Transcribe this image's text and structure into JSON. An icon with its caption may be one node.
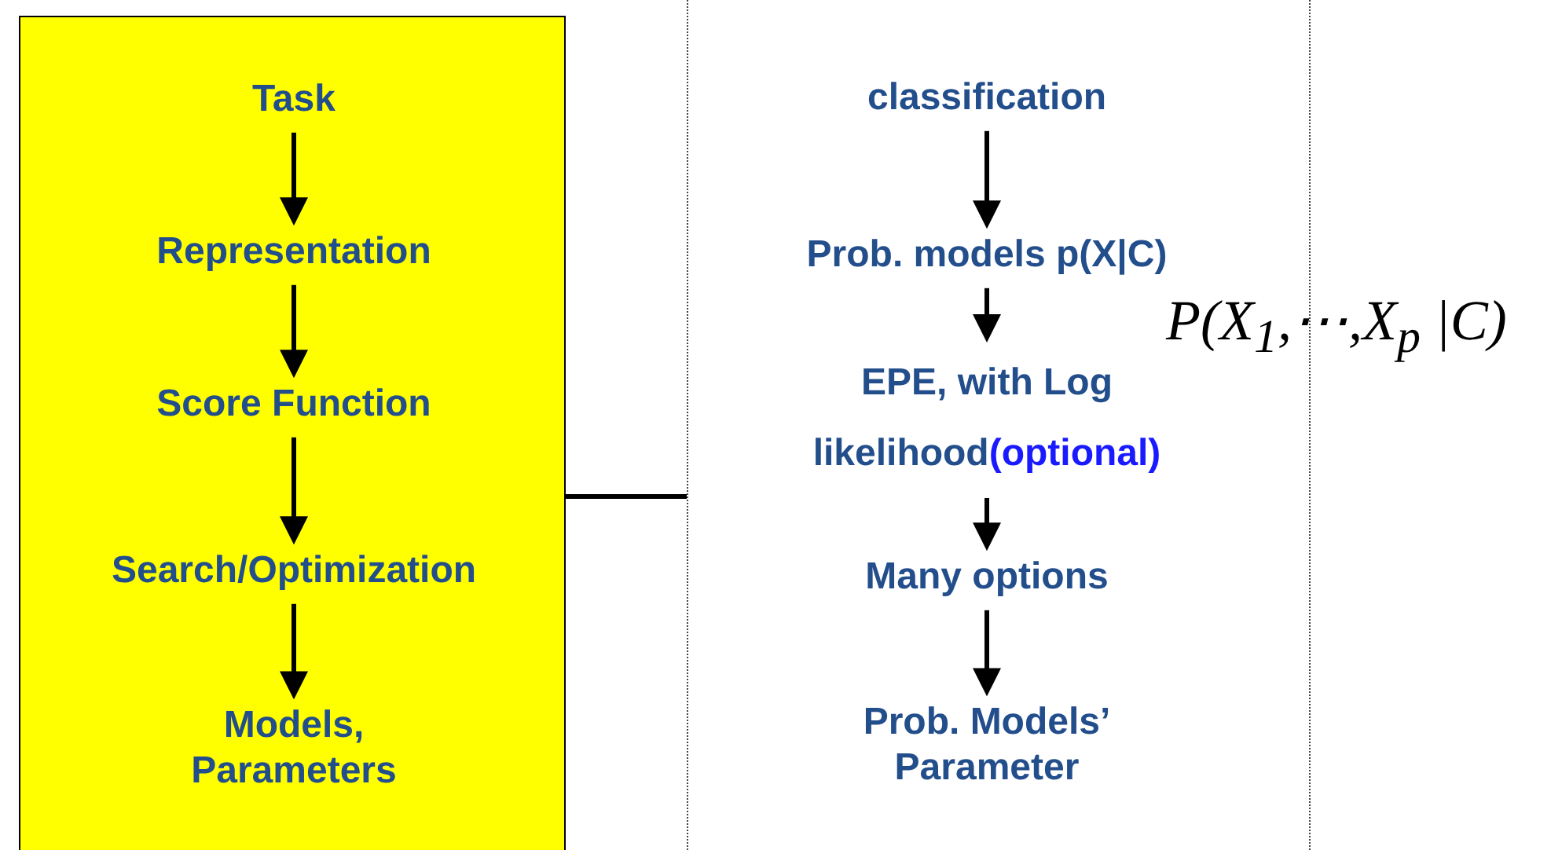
{
  "diagram": {
    "nodes": [
      {
        "text": [],
        "shape": "box"
      },
      {
        "text": [
          "Task"
        ],
        "in": 0
      },
      {
        "text": [
          "Representation"
        ],
        "in": 0
      },
      {
        "text": [
          "Score Function"
        ],
        "in": 0
      },
      {
        "text": [
          "Search/Optimization"
        ],
        "in": 0
      },
      {
        "text": [
          "Models, Parameters"
        ],
        "in": 0
      },
      {
        "text": [],
        "shape": "box"
      },
      {
        "text": [
          "classification"
        ],
        "in": 6
      },
      {
        "text": [
          "Prob. models p(X|C)"
        ],
        "in": 6
      },
      {
        "text": [
          "EPE, with Log likelihood",
          "(optional)"
        ],
        "in": 6
      },
      {
        "text": [
          "Many options"
        ],
        "in": 6
      },
      {
        "text": [
          "Prob. Models’ Parameter"
        ],
        "in": 6
      }
    ],
    "edges": [
      {
        "from": 1,
        "to": 2,
        "arrow": "to"
      },
      {
        "from": 2,
        "to": 3,
        "arrow": "to"
      },
      {
        "from": 3,
        "to": 4,
        "arrow": "to"
      },
      {
        "from": 4,
        "to": 5,
        "arrow": "to"
      },
      {
        "from": 7,
        "to": 8,
        "arrow": "to"
      },
      {
        "from": 8,
        "to": 9,
        "arrow": "to"
      },
      {
        "from": 9,
        "to": 10,
        "arrow": "to"
      },
      {
        "from": 10,
        "to": 11,
        "arrow": "to"
      },
      {
        "from": 0,
        "to": 6,
        "arrow": "none"
      }
    ],
    "labels": [
      "P(X$_{1}$,⋯,X$_{p}$ |C)"
    ]
  }
}
